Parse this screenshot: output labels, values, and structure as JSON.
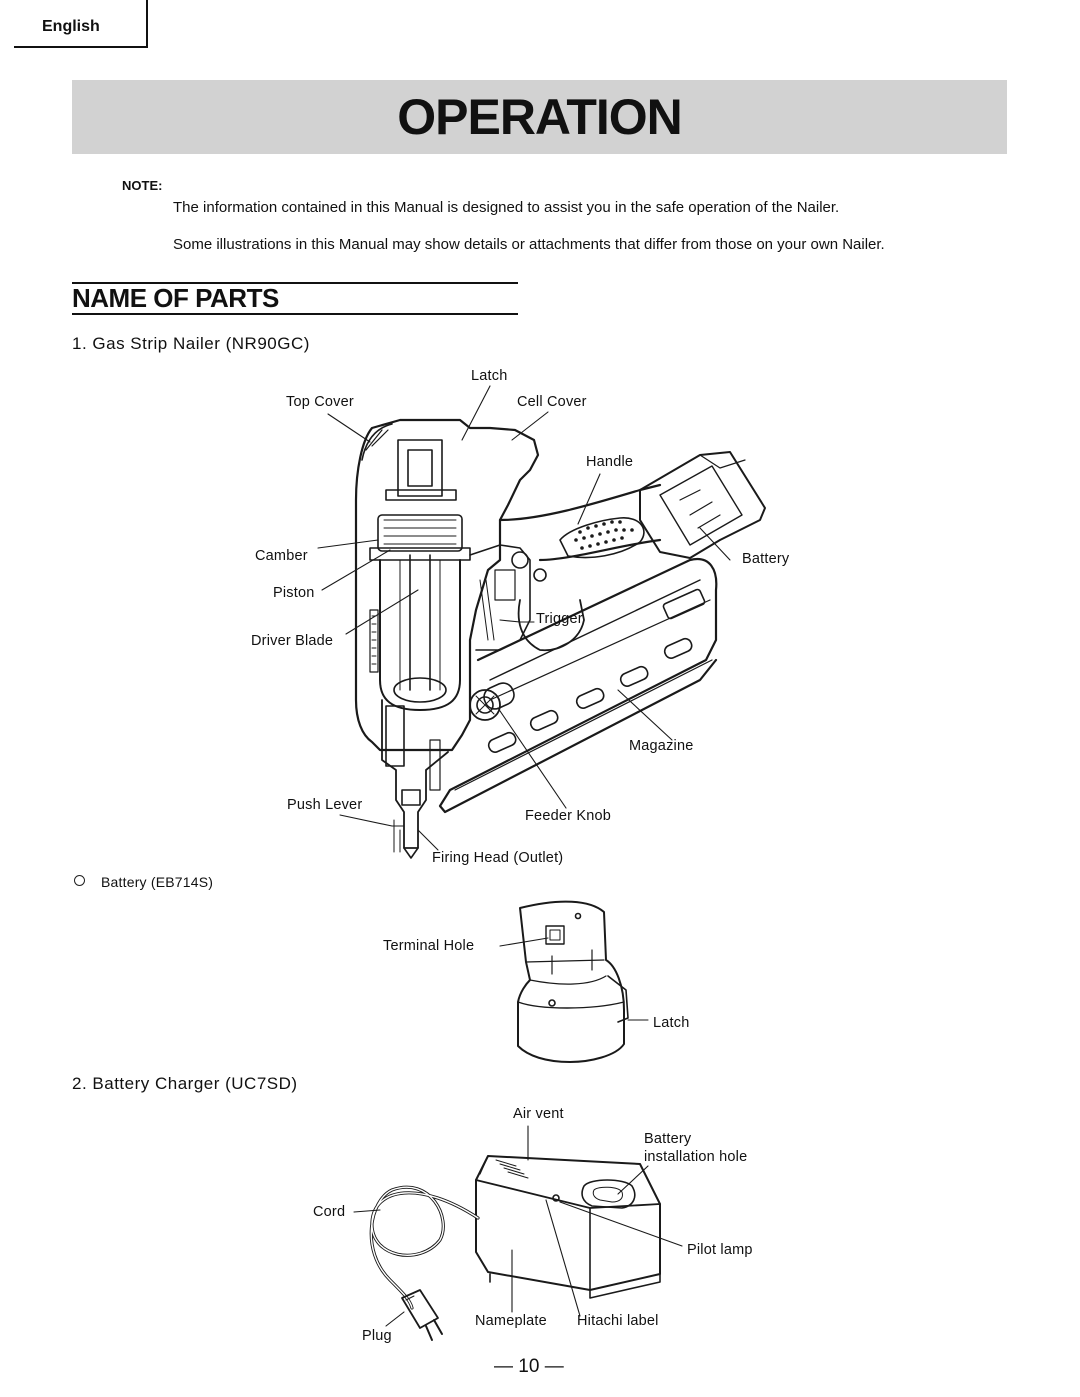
{
  "language_tab": "English",
  "title": "OPERATION",
  "note": {
    "label": "NOTE:",
    "lines": [
      "The information contained in this Manual is designed to assist you in the safe operation of the Nailer.",
      "Some illustrations in this Manual may show details or attachments that differ from those on your own Nailer."
    ]
  },
  "section_title": "NAME OF PARTS",
  "nailer": {
    "heading": "1.  Gas Strip Nailer (NR90GC)",
    "labels": {
      "latch": "Latch",
      "top_cover": "Top Cover",
      "cell_cover": "Cell Cover",
      "handle": "Handle",
      "camber": "Camber",
      "battery": "Battery",
      "piston": "Piston",
      "trigger": "Trigger",
      "driver_blade": "Driver Blade",
      "magazine": "Magazine",
      "push_lever": "Push Lever",
      "feeder_knob": "Feeder Knob",
      "firing_head": "Firing Head (Outlet)"
    }
  },
  "battery_pack": {
    "heading": "Battery (EB714S)",
    "labels": {
      "terminal_hole": "Terminal Hole",
      "latch": "Latch"
    }
  },
  "charger": {
    "heading": "2.  Battery Charger (UC7SD)",
    "labels": {
      "air_vent": "Air vent",
      "battery_install_1": "Battery",
      "battery_install_2": "installation hole",
      "cord": "Cord",
      "pilot_lamp": "Pilot lamp",
      "nameplate": "Nameplate",
      "hitachi_label": "Hitachi label",
      "plug": "Plug"
    }
  },
  "page_number": "— 10 —"
}
